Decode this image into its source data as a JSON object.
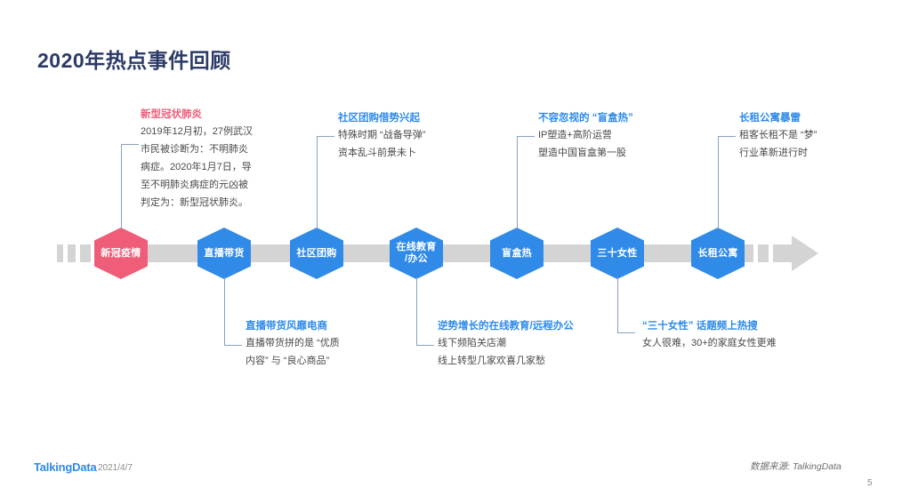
{
  "slide": {
    "title": "2020年热点事件回顾",
    "accent_blue": "#2f8ae8",
    "accent_pink": "#ef5d78",
    "title_color": "#2b3a67",
    "rail_color": "#d4d4d4"
  },
  "timeline": {
    "nodes": [
      {
        "label_line1": "新冠疫情",
        "label_line2": "",
        "color": "pink"
      },
      {
        "label_line1": "直播带货",
        "label_line2": "",
        "color": "blue"
      },
      {
        "label_line1": "社区团购",
        "label_line2": "",
        "color": "blue"
      },
      {
        "label_line1": "在线教育",
        "label_line2": "/办公",
        "color": "blue"
      },
      {
        "label_line1": "盲盒热",
        "label_line2": "",
        "color": "blue"
      },
      {
        "label_line1": "三十女性",
        "label_line2": "",
        "color": "blue"
      },
      {
        "label_line1": "长租公寓",
        "label_line2": "",
        "color": "blue"
      }
    ]
  },
  "callouts_top": [
    {
      "title": "新型冠状肺炎",
      "title_color": "pink",
      "lines": [
        "2019年12月初，27例武汉",
        "市民被诊断为：不明肺炎",
        "病症。2020年1月7日，导",
        "至不明肺炎病症的元凶被",
        "判定为：新型冠状肺炎。"
      ]
    },
    {
      "title": "社区团购借势兴起",
      "title_color": "blue",
      "lines": [
        "特殊时期 “战备导弹”",
        "资本乱斗前景未卜"
      ]
    },
    {
      "title": "不容忽视的 “盲盒热”",
      "title_color": "blue",
      "lines": [
        "IP塑造+高阶运营",
        "塑造中国盲盒第一股"
      ]
    },
    {
      "title": "长租公寓暴雷",
      "title_color": "blue",
      "lines": [
        "租客长租不是 “梦”",
        "行业革新进行时"
      ]
    }
  ],
  "callouts_bottom": [
    {
      "title": "直播带货风靡电商",
      "title_color": "blue",
      "lines": [
        "直播带货拼的是 “优质",
        "内容” 与 “良心商品”"
      ]
    },
    {
      "title": "逆势增长的在线教育/远程办公",
      "title_color": "blue",
      "lines": [
        "线下频陷关店潮",
        "线上转型几家欢喜几家愁"
      ]
    },
    {
      "title": "“三十女性” 话题频上热搜",
      "title_color": "blue",
      "lines": [
        "女人很难，30+的家庭女性更难"
      ]
    }
  ],
  "footer": {
    "brand": "TalkingData",
    "date": "2021/4/7",
    "source": "数据来源: TalkingData",
    "page_number": "5"
  }
}
